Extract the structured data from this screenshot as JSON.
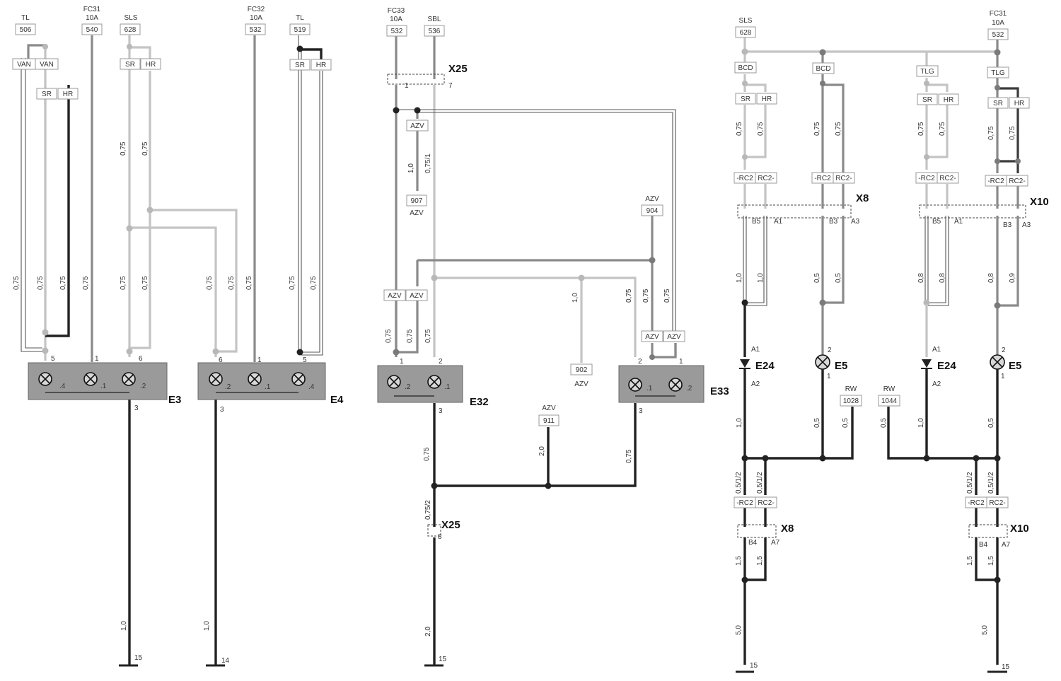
{
  "diagram": {
    "labels": {
      "tl_1": "TL",
      "fc31_1": "FC31",
      "fc31_1_amp": "10A",
      "sls_1": "SLS",
      "fc32": "FC32",
      "fc32_amp": "10A",
      "tl_2": "TL",
      "fc33": "FC33",
      "fc33_amp": "10A",
      "sbl": "SBL",
      "sls_2": "SLS",
      "fc31_2": "FC31",
      "fc31_2_amp": "10A",
      "azv_907": "AZV",
      "azv_904": "AZV",
      "azv_902": "AZV",
      "azv_911": "AZV",
      "rw_1028": "RW",
      "rw_1044": "RW"
    },
    "boxes": {
      "n506": "506",
      "n540": "540",
      "n628a": "628",
      "n532a": "532",
      "n519": "519",
      "n532b": "532",
      "n536": "536",
      "n628b": "628",
      "n532c": "532",
      "van1": "VAN",
      "van2": "VAN",
      "sr_e3a": "SR",
      "hr_e3a": "HR",
      "sr_e3b": "SR",
      "hr_e3b": "HR",
      "sr_e4": "SR",
      "hr_e4": "HR",
      "azv_top": "AZV",
      "n907": "907",
      "n904": "904",
      "n902": "902",
      "n911": "911",
      "azv_l1": "AZV",
      "azv_l2": "AZV",
      "azv_r1": "AZV",
      "azv_r2": "AZV",
      "bcd1": "BCD",
      "bcd2": "BCD",
      "tlg1": "TLG",
      "tlg2": "TLG",
      "sr_r1": "SR",
      "hr_r1": "HR",
      "sr_r2": "SR",
      "hr_r2": "HR",
      "sr_r3": "SR",
      "hr_r3": "HR",
      "rc_1a": "-RC2",
      "rc_1b": "RC2-",
      "rc_2a": "-RC2",
      "rc_2b": "RC2-",
      "rc_3a": "-RC2",
      "rc_3b": "RC2-",
      "rc_4a": "-RC2",
      "rc_4b": "RC2-",
      "rc_5a": "-RC2",
      "rc_5b": "RC2-",
      "rc_6a": "-RC2",
      "rc_6b": "RC2-",
      "n1028": "1028",
      "n1044": "1044"
    },
    "connectors": {
      "x25_top": "X25",
      "x25_bot": "X25",
      "x8_top": "X8",
      "x10_top": "X10",
      "x8_bot": "X8",
      "x10_bot": "X10"
    },
    "components": {
      "e3": "E3",
      "e4": "E4",
      "e32": "E32",
      "e33": "E33",
      "e24_a": "E24",
      "e5_a": "E5",
      "e24_b": "E24",
      "e5_b": "E5"
    },
    "pins": {
      "e3_5": "5",
      "e3_1": "1",
      "e3_6": "6",
      "e3_3": "3",
      "e3_l4": ".4",
      "e3_l1": ".1",
      "e3_l2": ".2",
      "e4_6": "6",
      "e4_1": "1",
      "e4_5": "5",
      "e4_3": "3",
      "e4_l2": ".2",
      "e4_l1": ".1",
      "e4_l4": ".4",
      "x25_1": "1",
      "x25_7": "7",
      "x25_8": "8",
      "e32_1": "1",
      "e32_2": "2",
      "e32_3": "3",
      "e32_l2": ".2",
      "e32_l1": ".1",
      "e33_2": "2",
      "e33_1": "1",
      "e33_3": "3",
      "e33_l1": ".1",
      "e33_l2": ".2",
      "x8_b5": "B5",
      "x8_a1": "A1",
      "x8_b3": "B3",
      "x8_a3": "A3",
      "x10_b5": "B5",
      "x10_a1": "A1",
      "x10_b3": "B3",
      "x10_a3": "A3",
      "e24a_a1": "A1",
      "e24a_a2": "A2",
      "e5a_2": "2",
      "e5a_1": "1",
      "e24b_a1": "A1",
      "e24b_a2": "A2",
      "e5b_2": "2",
      "e5b_1": "1",
      "x8_b4": "B4",
      "x8_a7": "A7",
      "x10_b4": "B4",
      "x10_a7": "A7"
    },
    "grounds": {
      "g1": "15",
      "g2": "14",
      "g3": "15",
      "g4": "15",
      "g5": "15"
    },
    "wire_sizes": {
      "w1": "0,75",
      "w2": "0,75",
      "w3": "0,75",
      "w4": "0,75",
      "w5": "0,75",
      "w6": "0,75",
      "w7": "0,75",
      "w8": "0,75",
      "w9": "0,75",
      "w10": "0,75",
      "w11": "0,75",
      "w12": "0,75",
      "w13": "1,0",
      "w14": "1,0",
      "w15": "1,0",
      "w16": "0,75/1",
      "w17": "0,75",
      "w18": "0,75",
      "w19": "0,75",
      "w20": "1,0",
      "w21": "0,75",
      "w22": "0,75",
      "w23": "0,75",
      "w24": "0,75",
      "w25": "2,0",
      "w26": "0,75",
      "w27": "0,75/2",
      "w28": "2,0",
      "w29": "0,75",
      "w30": "0,75",
      "w31": "0,75",
      "w32": "0,75",
      "w33": "0,75",
      "w34": "0,75",
      "w35": "0,75",
      "w36": "0,75",
      "w37": "1,0",
      "w38": "1,0",
      "w39": "0,5",
      "w40": "0,5",
      "w41": "0,8",
      "w42": "0,8",
      "w43": "0,8",
      "w44": "0,9",
      "w45": "1,0",
      "w46": "0,5",
      "w47": "0,5",
      "w48": "0,5",
      "w49": "1,0",
      "w50": "0,5",
      "w51": "0,5/1/2",
      "w52": "0,5/1/2",
      "w53": "0,5/1/2",
      "w54": "0,5/1/2",
      "w55": "1,5",
      "w56": "1,5",
      "w57": "1,5",
      "w58": "1,5",
      "w59": "5,0",
      "w60": "5,0"
    }
  }
}
